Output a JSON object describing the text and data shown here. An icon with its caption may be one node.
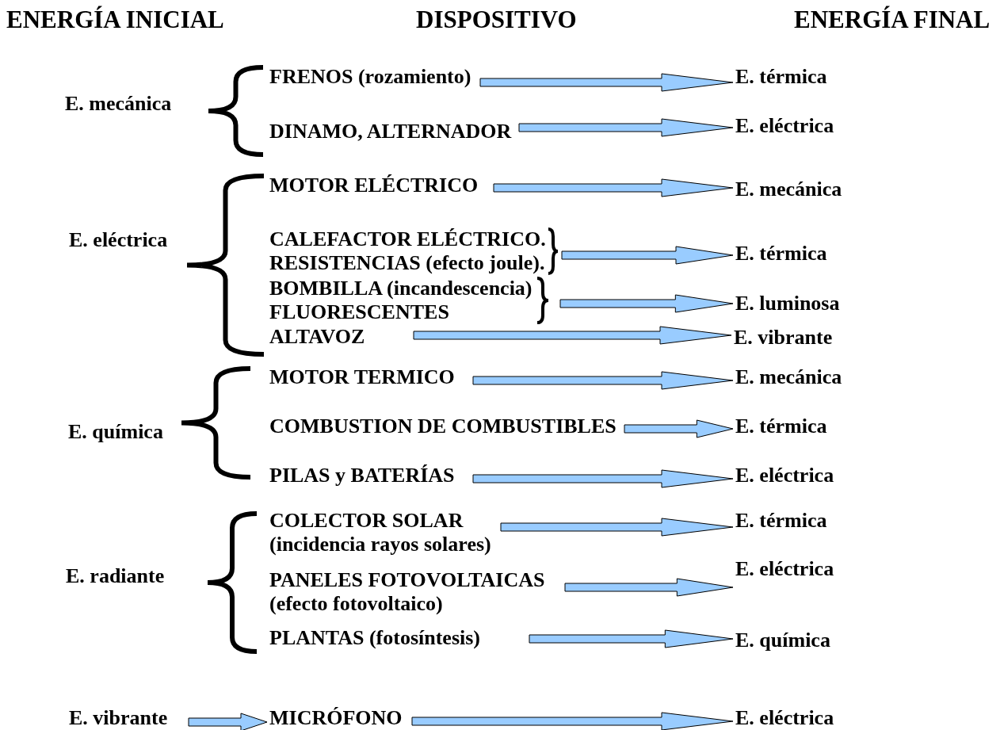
{
  "diagram": {
    "nodes": [
      {
        "text": [
          "FRENOS (rozamiento)"
        ]
      },
      {
        "text": [
          "E. térmica"
        ]
      },
      {
        "text": [
          "DINAMO, ALTERNADOR"
        ]
      },
      {
        "text": [
          "E. eléctrica"
        ]
      },
      {
        "text": [
          "MOTOR ELÉCTRICO"
        ]
      },
      {
        "text": [
          "E. mecánica"
        ]
      },
      {
        "text": [
          "CALEFACTOR ELÉCTRICO.",
          "RESISTENCIAS (efecto joule)."
        ]
      },
      {
        "text": [
          "E. térmica"
        ]
      },
      {
        "text": [
          "BOMBILLA (incandescencia)",
          "FLUORESCENTES"
        ]
      },
      {
        "text": [
          "E. luminosa"
        ]
      },
      {
        "text": [
          "ALTAVOZ"
        ]
      },
      {
        "text": [
          "E. vibrante"
        ]
      },
      {
        "text": [
          "MOTOR TERMICO"
        ]
      },
      {
        "text": [
          "E. mecánica"
        ]
      },
      {
        "text": [
          "COMBUSTION DE COMBUSTIBLES"
        ]
      },
      {
        "text": [
          "E. térmica"
        ]
      },
      {
        "text": [
          "PILAS y BATERÍAS"
        ]
      },
      {
        "text": [
          "E. eléctrica"
        ]
      },
      {
        "text": [
          "COLECTOR SOLAR",
          "(incidencia rayos solares)"
        ]
      },
      {
        "text": [
          "E. térmica"
        ]
      },
      {
        "text": [
          "PANELES FOTOVOLTAICAS",
          "(efecto fotovoltaico)"
        ]
      },
      {
        "text": [
          "E. eléctrica"
        ]
      },
      {
        "text": [
          "PLANTAS (fotosíntesis)"
        ]
      },
      {
        "text": [
          "E. química"
        ]
      },
      {
        "text": [
          "E. vibrante"
        ]
      },
      {
        "text": [
          "MICRÓFONO"
        ]
      },
      {
        "text": [
          "E. eléctrica"
        ]
      }
    ],
    "edges": [
      {
        "from": 0,
        "to": 1,
        "arrow": "to"
      },
      {
        "from": 2,
        "to": 3,
        "arrow": "to"
      },
      {
        "from": 4,
        "to": 5,
        "arrow": "to"
      },
      {
        "from": 6,
        "to": 7,
        "arrow": "to"
      },
      {
        "from": 8,
        "to": 9,
        "arrow": "to"
      },
      {
        "from": 10,
        "to": 11,
        "arrow": "to"
      },
      {
        "from": 12,
        "to": 13,
        "arrow": "to"
      },
      {
        "from": 14,
        "to": 15,
        "arrow": "to"
      },
      {
        "from": 16,
        "to": 17,
        "arrow": "to"
      },
      {
        "from": 18,
        "to": 19,
        "arrow": "to"
      },
      {
        "from": 20,
        "to": 21,
        "arrow": "to"
      },
      {
        "from": 22,
        "to": 23,
        "arrow": "to"
      },
      {
        "from": 24,
        "to": 25,
        "arrow": "to"
      },
      {
        "from": 25,
        "to": 26,
        "arrow": "to"
      }
    ],
    "labels": [
      "ENERGÍA INICIAL",
      "DISPOSITIVO",
      "ENERGÍA FINAL",
      "E. mecánica",
      "E. eléctrica",
      "E. química",
      "E. radiante"
    ]
  }
}
